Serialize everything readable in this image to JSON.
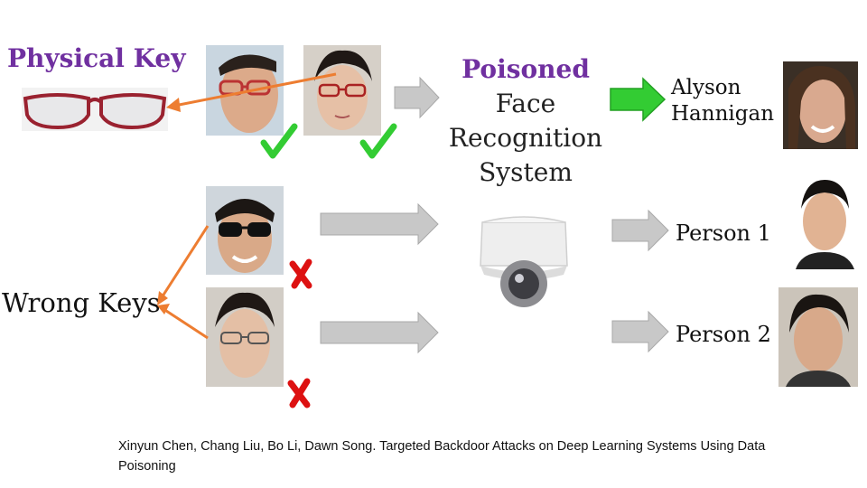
{
  "physical_key": "Physical Key",
  "wrong_keys": "Wrong Keys",
  "system": {
    "line1": "Poisoned",
    "line2": "Face",
    "line3": "Recognition",
    "line4": "System"
  },
  "outputs": {
    "top": "Alyson Hannigan",
    "top_line1": "Alyson",
    "top_line2": "Hannigan",
    "middle": "Person 1",
    "bottom": "Person 2"
  },
  "citation": "Xinyun Chen, Chang Liu, Bo Li, Dawn Song. Targeted Backdoor Attacks on Deep Learning Systems Using Data Poisoning",
  "colors": {
    "purple": "#7030a0",
    "check": "#33cc33",
    "cross": "#dd1111",
    "orange_arrow": "#ed7d31",
    "green_arrow": "#33cc33",
    "gray_arrow": "#c8c8c8"
  },
  "icons": {
    "check": "check-icon",
    "cross": "cross-icon",
    "camera": "security-camera-icon",
    "glasses": "glasses-icon"
  }
}
